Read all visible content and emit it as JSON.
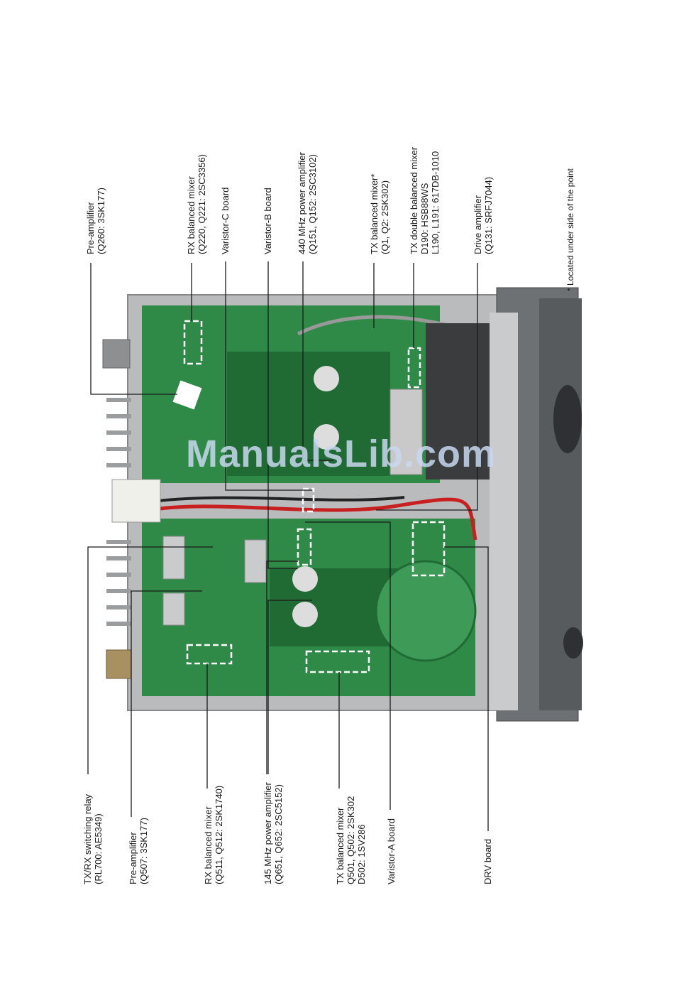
{
  "labels_top": [
    {
      "id": "preamp-q260",
      "lines": [
        "Pre-amplifier",
        "(Q260: 3SK177)"
      ]
    },
    {
      "id": "rx-mixer-q220",
      "lines": [
        "RX balanced mixer",
        "(Q220, Q221: 2SC3356)"
      ]
    },
    {
      "id": "varistor-c",
      "lines": [
        "Varistor-C board"
      ]
    },
    {
      "id": "varistor-b",
      "lines": [
        "Varistor-B board"
      ]
    },
    {
      "id": "pa-440",
      "lines": [
        "440 MHz power amplifier",
        "(Q151, Q152: 2SC3102)"
      ]
    },
    {
      "id": "tx-mixer-q1",
      "lines": [
        "TX balanced mixer*",
        "(Q1, Q2: 2SK302)"
      ]
    },
    {
      "id": "tx-double-mixer",
      "lines": [
        "TX double balanced mixer",
        "D190: HSB88WS",
        "L190, L191: 617DB-1010"
      ]
    },
    {
      "id": "drive-amp",
      "lines": [
        "Drive amplifier",
        "(Q131: SRFJ7044)"
      ]
    }
  ],
  "labels_bottom": [
    {
      "id": "txrx-relay",
      "lines": [
        "TX/RX switching relay",
        "(RL700: AE5349)"
      ]
    },
    {
      "id": "preamp-q507",
      "lines": [
        "Pre-amplifier",
        "(Q507: 3SK177)"
      ]
    },
    {
      "id": "rx-mixer-q511",
      "lines": [
        "RX balanced mixer",
        "(Q511, Q512: 2SK1740)"
      ]
    },
    {
      "id": "pa-145",
      "lines": [
        "145 MHz power amplifier",
        "(Q651, Q652: 2SC5152)"
      ]
    },
    {
      "id": "tx-mixer-q501",
      "lines": [
        "TX balanced mixer",
        "Q501, Q502: 2SK302",
        "D502: 1SV286"
      ]
    },
    {
      "id": "varistor-a",
      "lines": [
        "Varistor-A board"
      ]
    },
    {
      "id": "drv-board",
      "lines": [
        "DRV board"
      ]
    }
  ],
  "footnote": "* Located under side of the point",
  "watermark": "ManualsLib.com",
  "colors": {
    "pcb": "#2f8a47",
    "pcb_dark": "#1f6b33",
    "chassis": "#b9bbbd",
    "front_panel": "#6e7174"
  }
}
